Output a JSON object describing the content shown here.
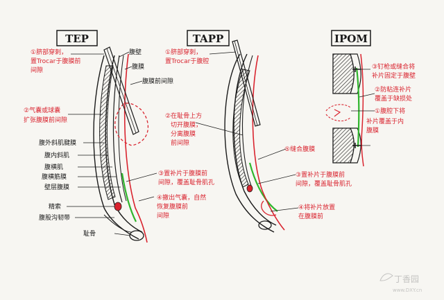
{
  "colors": {
    "red": "#d9232e",
    "ink": "#1a1a1a",
    "green": "#2fb52c",
    "bg": "#f7f6f2",
    "yellow": "#f2e23c"
  },
  "panels": {
    "tep": {
      "title": "TEP",
      "icon": "tep-cross-section-diagram"
    },
    "tapp": {
      "title": "TAPP",
      "icon": "tapp-cross-section-diagram"
    },
    "ipom": {
      "title": "IPOM",
      "icon": "ipom-cross-section-diagram"
    }
  },
  "tep_labels": {
    "s1": [
      "①脐部穿刺，",
      "置Trocar于腹膜前",
      "间隙"
    ],
    "s2": [
      "②气囊或球囊",
      "扩张腹膜前间隙"
    ],
    "top_right": [
      "腹壁",
      "腹膜",
      "腹膜前间隙"
    ],
    "left_stack": [
      "腹外斜肌腱膜",
      "腹内斜肌",
      "腹横肌",
      "腹横筋膜",
      "壁层腹膜",
      "精索",
      "腹股沟韧带"
    ],
    "pubis": "耻骨",
    "s3": [
      "③置补片于腹膜前",
      "间隙，覆盖耻骨肌孔"
    ],
    "s4": [
      "④撤出气囊，自然",
      "恢复腹膜前",
      "间隙"
    ]
  },
  "tapp_labels": {
    "s1": [
      "①脐部穿刺，",
      "置Trocar于腹腔"
    ],
    "s2": [
      "②在耻骨上方",
      "切开腹膜，",
      "分离腹膜",
      "前间隙"
    ],
    "s5": "⑤缝合腹膜",
    "s3": [
      "③置补片于腹膜前",
      "间隙，覆盖耻骨肌孔"
    ],
    "s4": [
      "④将补片放置",
      "在腹膜前"
    ]
  },
  "ipom_labels": {
    "s3": [
      "③钉枪或缝合将",
      "补片固定于腹壁"
    ],
    "s2": [
      "②防粘连补片",
      "覆盖于缺损处"
    ],
    "s1": [
      "①腹腔下将",
      "补片覆盖于内",
      "腹膜"
    ]
  },
  "watermark": {
    "name": "丁香园",
    "url": "www.DXY.cn"
  }
}
